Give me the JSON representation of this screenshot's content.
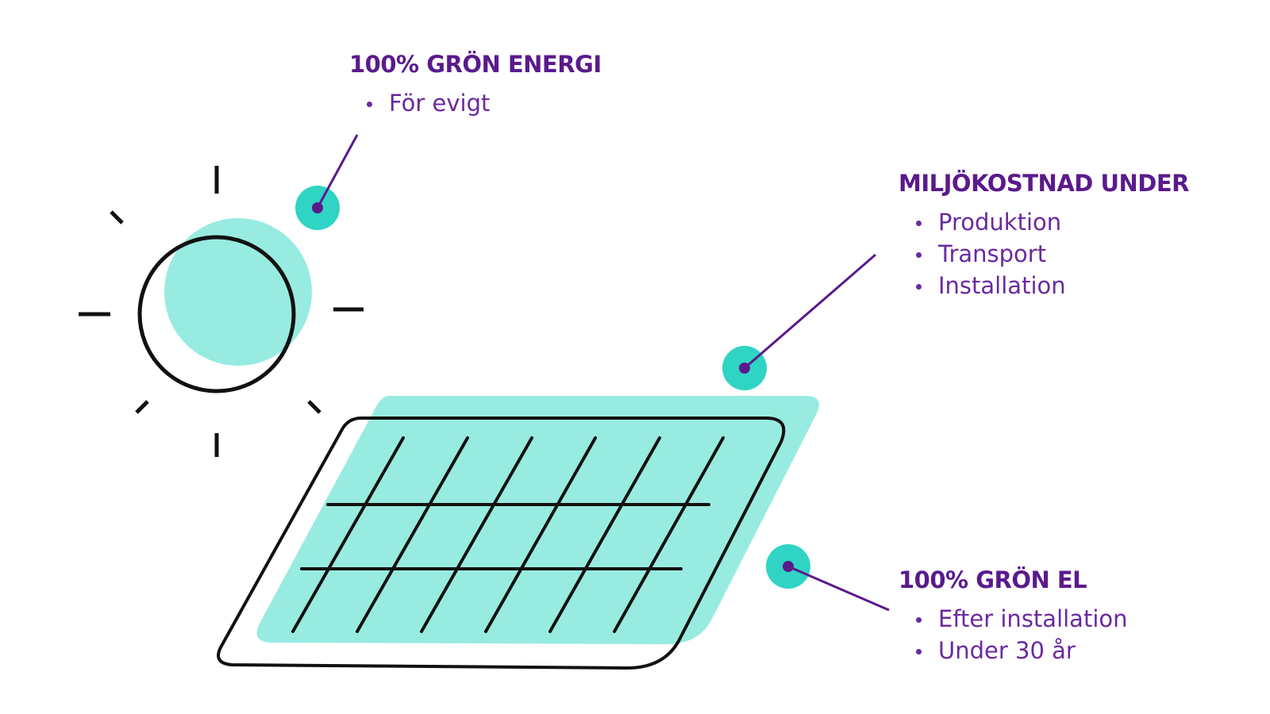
{
  "colors": {
    "accent_teal": "#2fd4c4",
    "fill_mint": "#98ebe0",
    "purple": "#5a1a8c",
    "outline": "#111111"
  },
  "callouts": {
    "energy": {
      "title": "100% GRÖN ENERGI",
      "items": [
        "För evigt"
      ]
    },
    "cost": {
      "title": "MILJÖKOSTNAD UNDER",
      "items": [
        "Produktion",
        "Transport",
        "Installation"
      ]
    },
    "el": {
      "title": "100% GRÖN EL",
      "items": [
        "Efter installation",
        "Under 30 år"
      ]
    }
  },
  "icons": {
    "sun": "sun-icon",
    "panel": "solar-panel-icon"
  }
}
